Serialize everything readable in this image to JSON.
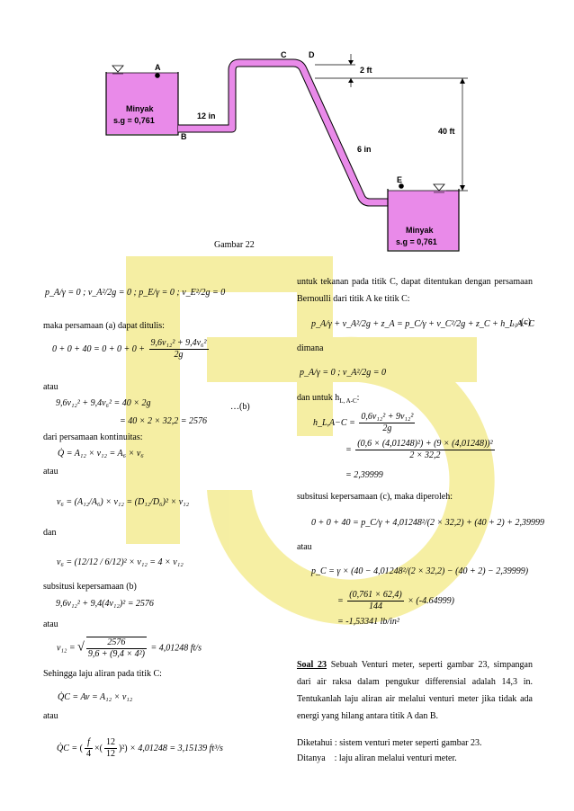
{
  "figure": {
    "caption": "Gambar 22",
    "tank_left": {
      "label1": "Minyak",
      "label2": "s.g = 0,761"
    },
    "tank_right": {
      "label1": "Minyak",
      "label2": "s.g = 0,761"
    },
    "point_a": "A",
    "point_b": "B",
    "point_c": "C",
    "point_d": "D",
    "point_e": "E",
    "pipe1": "12 in",
    "pipe2": "6 in",
    "dim1": "2 ft",
    "dim2": "40 ft"
  },
  "left": {
    "eq1": "p_A/γ = 0 ; v_A²/2g = 0 ; p_E/γ = 0 ; v_E²/2g = 0",
    "t1": "maka persamaan (a) dapat ditulis:",
    "eq2_lhs": "0 + 0 + 40 = 0 + 0 + 0 +",
    "eq2_num": "9,6v₁₂² + 9,4v₆²",
    "eq2_den": "2g",
    "t2": "atau",
    "eq3a": "9,6v₁₂² + 9,4v₆² = 40 × 2g",
    "eq3b": "= 40 × 2 × 32,2 = 2576",
    "eq3_tag": "…(b)",
    "t3": "dari persamaan kontinuitas:",
    "eq4": "Q̇ = A₁₂ × v₁₂ = A₆ × v₆",
    "t4": "atau",
    "eq5": "v₆ = (A₁₂/A₆) × v₁₂ = (D₁₂/D₆)² × v₁₂",
    "t5": "dan",
    "eq6": "v₆ = (12/12 / 6/12)² × v₁₂ = 4 × v₁₂",
    "t6": "subsitusi kepersamaan (b)",
    "eq7": "9,6v₁₂² + 9,4(4v₁₂)² = 2576",
    "t7": "atau",
    "eq8_lhs": "v₁₂ =",
    "eq8_num": "2576",
    "eq8_den": "9,6 + (9,4 × 4²)",
    "eq8_rhs": "= 4,01248  ft/s",
    "t8": "Sehingga laju aliran pada titik C:",
    "eq9": "Q̇C = Av = A₁₂ × v₁₂",
    "t9": "atau",
    "eq10_lhs": "Q̇C =",
    "eq10_rhs": "× 4,01248 = 3,15139  ft³/s"
  },
  "right": {
    "p1": "untuk tekanan pada titik C, dapat ditentukan dengan persamaan Bernoulli dari titik A ke titik C:",
    "eq1": "p_A/γ + v_A²/2g + z_A = p_C/γ + v_C²/2g + z_C + h_L,A−C",
    "eq1_tag": "…(c)",
    "t1": "dimana",
    "eq2": "p_A/γ = 0 ; v_A²/2g = 0",
    "t2": "dan untuk h",
    "t2_sub": "L, A-C",
    "t2_end": ":",
    "eq3_lhs": "h_L,A−C =",
    "eq3_num": "0,6v₁₂² + 9v₁₂²",
    "eq3_den": "2g",
    "eq4_num": "(0,6 × (4,01248)²) + (9 × (4,01248))²",
    "eq4_den": "2 × 32,2",
    "eq5": "= 2,39999",
    "t3": "subsitusi kepersamaan (c), maka diperoleh:",
    "eq6": "0 + 0 + 40 = p_C/γ + 4,01248²/(2 × 32,2) + (40 + 2) + 2,39999",
    "t4": "atau",
    "eq7": "p_C = γ × (40 − 4,01248²/(2 × 32,2) − (40 + 2) − 2,39999)",
    "eq8_num": "(0,761 × 62,4)",
    "eq8_den": "144",
    "eq8_rhs": "× (-4.64999)",
    "eq9": "= -1,53341  lb/in²",
    "soal_label": "Soal 23",
    "soal_text": "Sebuah Venturi meter, seperti gambar 23, simpangan dari air raksa dalam pengukur differensial adalah 14,3 in. Tentukanlah laju aliran air melalui venturi meter jika tidak ada energi yang hilang antara titik A dan B.",
    "diket": "Diketahui : sistem venturi meter seperti gambar 23.",
    "ditanya": "Ditanya    : laju aliran melalui venturi meter."
  }
}
